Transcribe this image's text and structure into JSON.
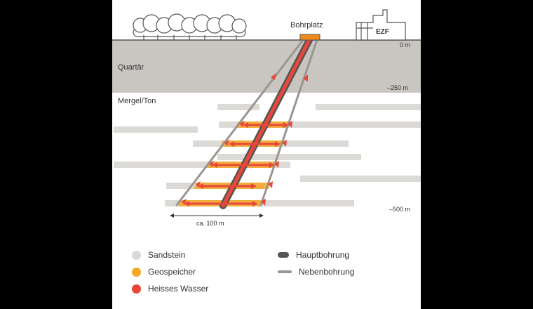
{
  "labels": {
    "bohrplatz": "Bohrplatz",
    "ezf": "EZF",
    "depth_0": "0 m",
    "depth_250": "–250 m",
    "depth_500": "–500 m",
    "quartaer": "Quartär",
    "mergel": "Mergel/Ton",
    "distance": "ca. 100 m"
  },
  "legend": {
    "sandstein": "Sandstein",
    "geospeicher": "Geospeicher",
    "heisses_wasser": "Heisses Wasser",
    "hauptbohrung": "Hauptbohrung",
    "nebenbohrung": "Nebenbohrung"
  },
  "colors": {
    "sandstone": "#dcdad6",
    "quaternary": "#c9c5c0",
    "geospeicher": "#f5a623",
    "hot_water": "#e8473a",
    "main_well": "#555555",
    "side_well": "#9a9590",
    "drill_pad": "#f08a1c"
  }
}
